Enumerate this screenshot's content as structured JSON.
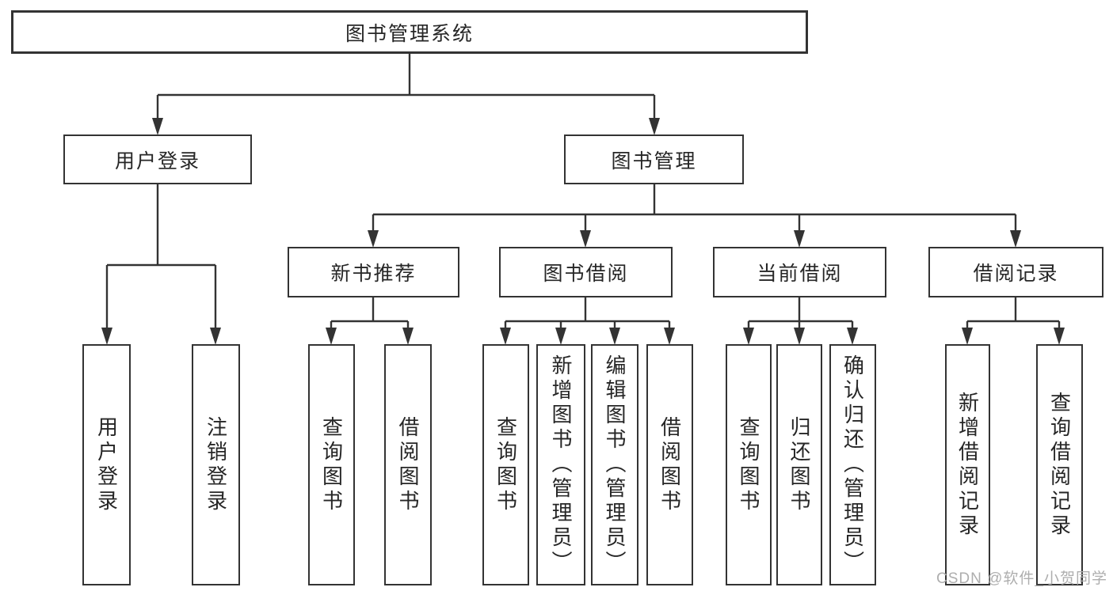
{
  "root": {
    "label": "图书管理系统"
  },
  "level2": [
    {
      "label": "用户登录",
      "children": [
        {
          "label": "用户登录"
        },
        {
          "label": "注销登录"
        }
      ]
    },
    {
      "label": "图书管理"
    }
  ],
  "level3": [
    {
      "label": "新书推荐",
      "children": [
        {
          "label": "查询图书"
        },
        {
          "label": "借阅图书"
        }
      ]
    },
    {
      "label": "图书借阅",
      "children": [
        {
          "label": "查询图书"
        },
        {
          "label": "新增图书（管理员）"
        },
        {
          "label": "编辑图书（管理员）"
        },
        {
          "label": "借阅图书"
        }
      ]
    },
    {
      "label": "当前借阅",
      "children": [
        {
          "label": "查询图书"
        },
        {
          "label": "归还图书"
        },
        {
          "label": "确认归还（管理员）"
        }
      ]
    },
    {
      "label": "借阅记录",
      "children": [
        {
          "label": "新增借阅记录"
        },
        {
          "label": "查询借阅记录"
        }
      ]
    }
  ],
  "watermark": {
    "text": "CSDN @软件_小贺同学"
  },
  "colors": {
    "line": "#333333",
    "text": "#262626",
    "background": "#ffffff",
    "watermark": "#aeaeae"
  }
}
